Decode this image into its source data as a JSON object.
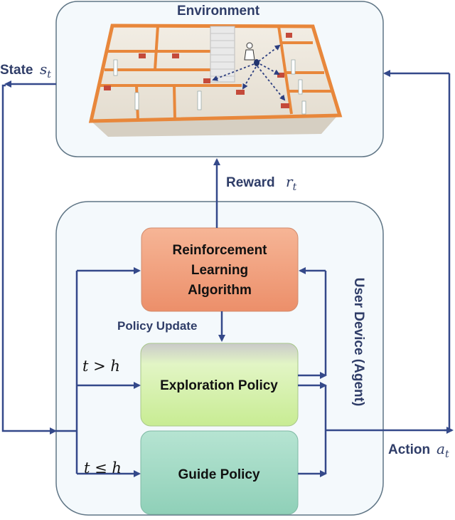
{
  "environment": {
    "title": "Environment"
  },
  "state": {
    "label": "State",
    "symbol": "s",
    "sub": "t"
  },
  "reward": {
    "label": "Reward",
    "symbol": "r",
    "sub": "t"
  },
  "action": {
    "label": "Action",
    "symbol": "a",
    "sub": "t"
  },
  "agent": {
    "label": "User Device (Agent)"
  },
  "rl_box": {
    "line1": "Reinforcement",
    "line2": "Learning",
    "line3": "Algorithm"
  },
  "policy_update": {
    "label": "Policy Update"
  },
  "exploration": {
    "label": "Exploration Policy",
    "condition": "t > h"
  },
  "guide": {
    "label": "Guide Policy",
    "condition": "t ≤ h"
  },
  "colors": {
    "wire": "#34498a",
    "rl_box": "#f0a07f",
    "exploration_box": "#d4f0a8",
    "guide_box": "#9fd8c2",
    "wall": "#e8873b",
    "marker": "#c44a3a"
  }
}
